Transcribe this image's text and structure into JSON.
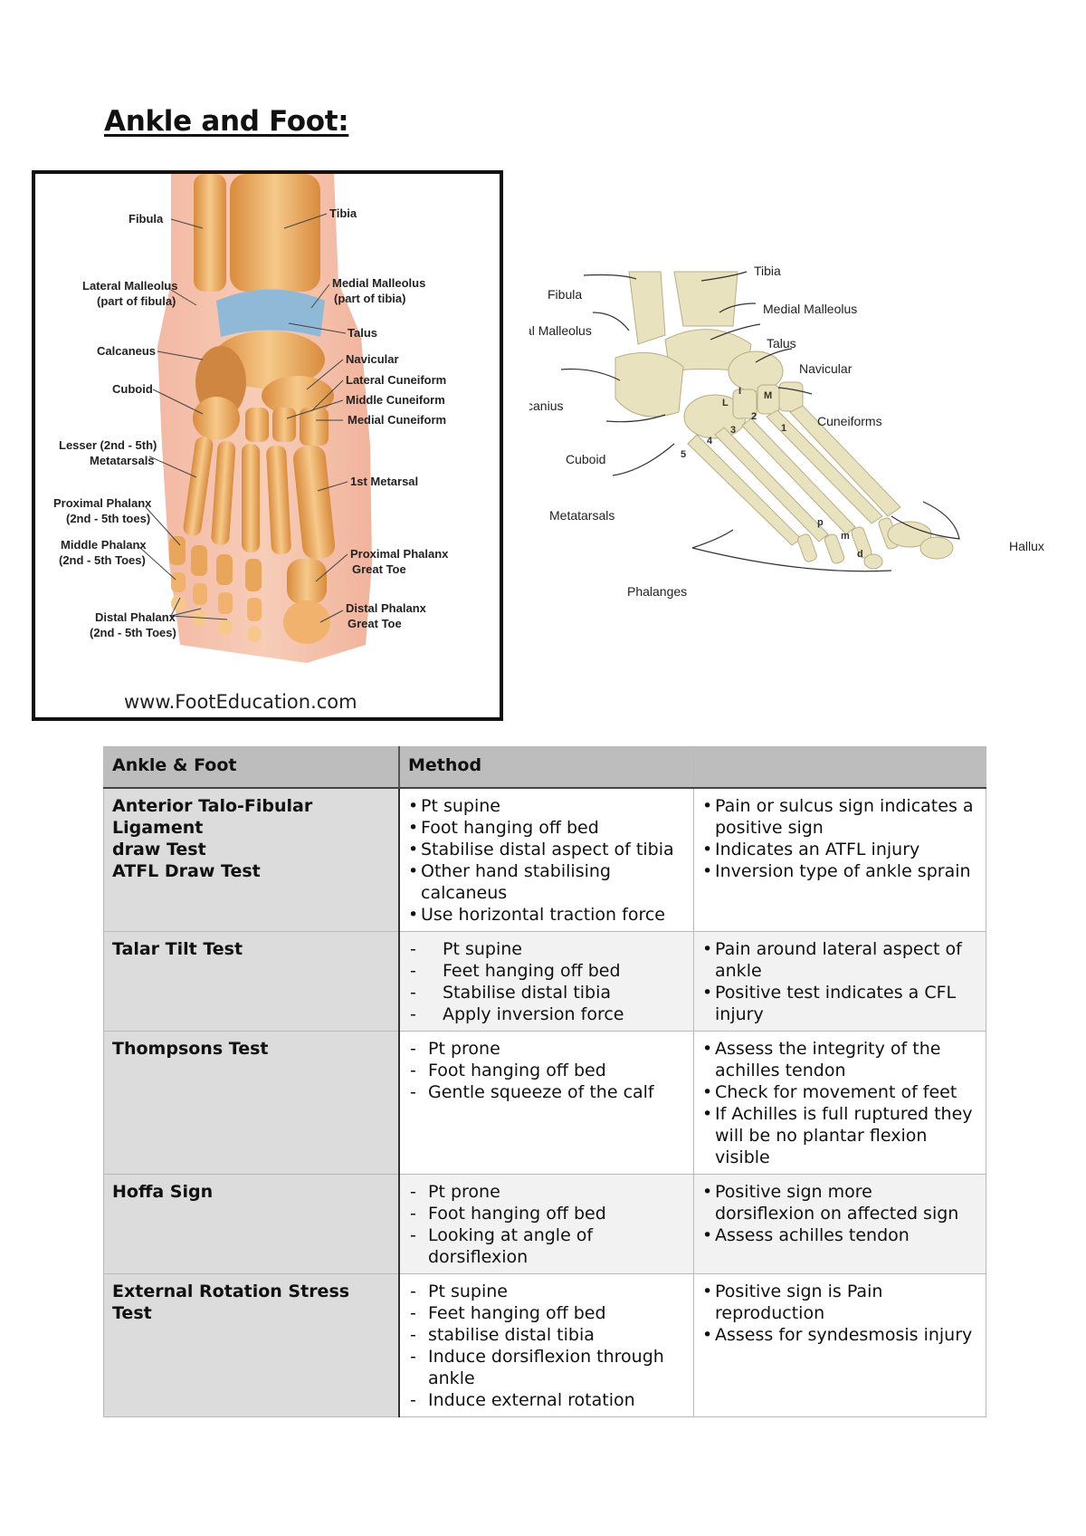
{
  "title": "Ankle and Foot:",
  "figure1": {
    "labels": {
      "fibula": "Fibula",
      "tibia": "Tibia",
      "lateral_malleolus": "Lateral Malleolus",
      "lateral_malleolus_sub": "(part of fibula)",
      "medial_malleolus": "Medial Malleolus",
      "medial_malleolus_sub": "(part of tibia)",
      "talus": "Talus",
      "calcaneus": "Calcaneus",
      "navicular": "Navicular",
      "cuboid": "Cuboid",
      "lateral_cuneiform": "Lateral Cuneiform",
      "middle_cuneiform": "Middle Cuneiform",
      "medial_cuneiform": "Medial Cuneiform",
      "lesser_metatarsals": "Lesser (2nd - 5th)",
      "lesser_metatarsals_sub": "Metatarsals",
      "first_metatarsal": "1st Metarsal",
      "proximal_phalanx": "Proximal Phalanx",
      "proximal_phalanx_sub": "(2nd - 5th toes)",
      "middle_phalanx": "Middle Phalanx",
      "middle_phalanx_sub": "(2nd - 5th Toes)",
      "proximal_phalanx_great": "Proximal Phalanx",
      "proximal_phalanx_great_sub": "Great Toe",
      "distal_phalanx": "Distal Phalanx",
      "distal_phalanx_sub": "(2nd - 5th Toes)",
      "distal_phalanx_great": "Distal Phalanx",
      "distal_phalanx_great_sub": "Great Toe"
    },
    "watermark": "www.FootEducation.com"
  },
  "figure2": {
    "labels": {
      "tibia": "Tibia",
      "fibula": "Fibula",
      "medial_malleolus": "Medial Malleolus",
      "lateral_malleolus": "Lateral Malleolus",
      "talus": "Talus",
      "navicular": "Navicular",
      "calcanius": "Calcanius",
      "cuneiforms": "Cuneiforms",
      "cuboid": "Cuboid",
      "metatarsals": "Metatarsals",
      "hallux": "Hallux",
      "phalanges": "Phalanges"
    },
    "bone_marks": [
      "L",
      "I",
      "M",
      "1",
      "2",
      "3",
      "4",
      "5",
      "p",
      "m",
      "d"
    ]
  },
  "table": {
    "headers": [
      "Ankle & Foot",
      "Method",
      ""
    ],
    "rows": [
      {
        "name": [
          "Anterior Talo-Fibular Ligament",
          "draw Test",
          "ATFL Draw Test"
        ],
        "method": [
          "Pt supine",
          "Foot hanging off bed",
          "Stabilise distal aspect of tibia",
          "Other hand stabilising calcaneus",
          "Use horizontal traction force"
        ],
        "result": [
          "Pain or sulcus sign indicates a positive sign",
          "Indicates an ATFL injury",
          "Inversion type of ankle sprain"
        ]
      },
      {
        "name": [
          "Talar Tilt Test"
        ],
        "method": [
          "Pt supine",
          "Feet hanging off bed",
          "Stabilise distal tibia",
          "Apply inversion force"
        ],
        "result": [
          "Pain around lateral aspect of ankle",
          "Positive test indicates a CFL injury"
        ]
      },
      {
        "name": [
          "Thompsons Test"
        ],
        "method": [
          "Pt prone",
          "Foot hanging off bed",
          "Gentle squeeze of the calf"
        ],
        "result": [
          "Assess the integrity of the achilles tendon",
          "Check for movement of feet",
          "If Achilles is full ruptured they will be no plantar flexion visible"
        ]
      },
      {
        "name": [
          "Hoffa Sign"
        ],
        "method": [
          "Pt prone",
          "Foot hanging off bed",
          "Looking at angle of dorsiflexion"
        ],
        "result": [
          "Positive sign more dorsiflexion on affected sign",
          "Assess achilles tendon"
        ]
      },
      {
        "name": [
          "External Rotation Stress Test"
        ],
        "method": [
          "Pt supine",
          "Feet hanging off bed",
          "stabilise distal tibia",
          "Induce dorsiflexion through ankle",
          "Induce external rotation"
        ],
        "result": [
          "Positive sign is Pain reproduction",
          "Assess for syndesmosis injury"
        ]
      }
    ]
  }
}
